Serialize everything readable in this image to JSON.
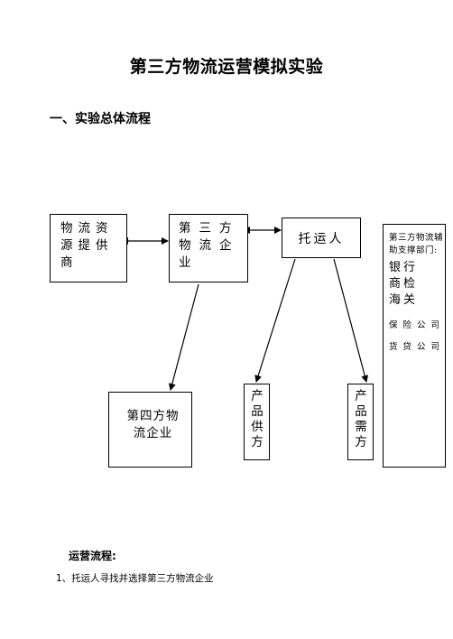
{
  "title": "第三方物流运营模拟实验",
  "section_heading": "一、实验总体流程",
  "diagram": {
    "supplier": "物流资源提供商",
    "tpl": "第三方物流企业",
    "shipper": "托运人",
    "fourth_pl": "第四方物流企业",
    "product_supplier": "产品供方",
    "product_demander": "产品需方",
    "aux_title": "第三方物流辅助支撑部门:",
    "aux_bank": "银行",
    "aux_inspection": "商检",
    "aux_customs": "海关",
    "aux_insurance": "保险公司",
    "aux_forwarder": "货贷公司"
  },
  "operation_heading": "运营流程:",
  "steps": [
    "1、托运人寻找并选择第三方物流企业"
  ]
}
